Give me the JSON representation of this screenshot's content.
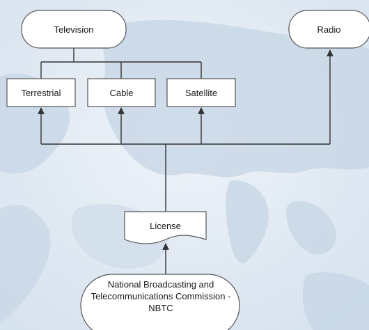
{
  "nodes": {
    "television": {
      "label": "Television"
    },
    "radio": {
      "label": "Radio"
    },
    "terrestrial": {
      "label": "Terrestrial"
    },
    "cable": {
      "label": "Cable"
    },
    "satellite": {
      "label": "Satellite"
    },
    "license": {
      "label": "License"
    },
    "nbtc": {
      "label": "National Broadcasting and Telecommunications Commission -NBTC"
    }
  },
  "colors": {
    "node_fill": "#ffffff",
    "node_stroke": "#555555",
    "connector": "#333333",
    "map_land": "#c5d4e4",
    "map_water": "#e6eef6"
  }
}
